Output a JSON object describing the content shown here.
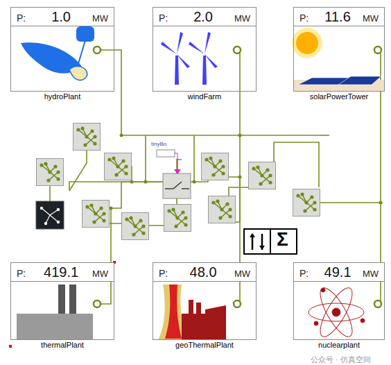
{
  "diagram": {
    "nodes": [
      {
        "text": [
          "P:",
          "1.0",
          "MW",
          "hydroPlant"
        ]
      },
      {
        "text": [
          "P:",
          "2.0",
          "MW",
          "windFarm"
        ]
      },
      {
        "text": [
          "P:",
          "11.6",
          "MW",
          "solarPowerTower"
        ]
      },
      {
        "text": [
          "P:",
          "419.1",
          "MW",
          "thermalPlant"
        ]
      },
      {
        "text": [
          "P:",
          "48.0",
          "MW",
          "geoThermalPlant"
        ]
      },
      {
        "text": [
          "P:",
          "49.1",
          "MW",
          "nuclearplant"
        ]
      }
    ],
    "labels": [
      "tinyBo",
      "Σ",
      "公众号 · 仿真空间"
    ]
  }
}
